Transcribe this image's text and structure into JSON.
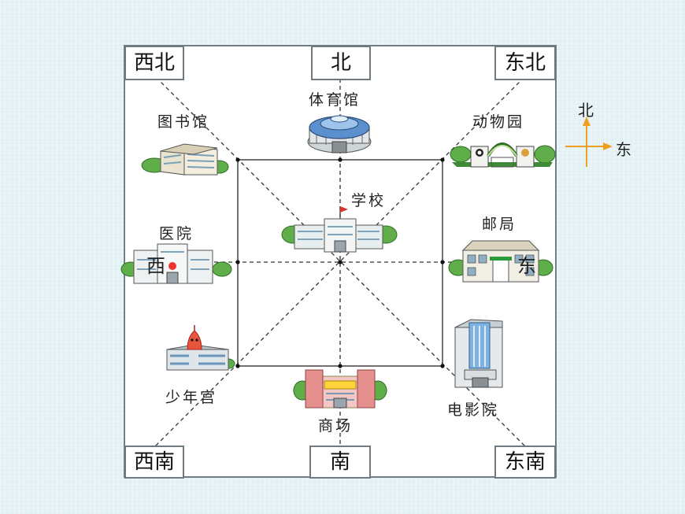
{
  "directions": {
    "north": "北",
    "south": "南",
    "east": "东",
    "west": "西",
    "northeast": "东北",
    "northwest": "西北",
    "southeast": "东南",
    "southwest": "西南"
  },
  "places": {
    "north": "体育馆",
    "south": "商场",
    "east": "邮局",
    "west": "医院",
    "northeast": "动物园",
    "northwest": "图书馆",
    "southeast": "电影院",
    "southwest": "少年宫",
    "center": "学校"
  },
  "compass": {
    "north_label": "北",
    "east_label": "东",
    "arrow_color": "#f0a020"
  },
  "colors": {
    "background": "#e6f3f6",
    "frame_border": "#707e85",
    "line": "#222222"
  },
  "icons": {
    "stadium": "stadium-building-icon",
    "library": "library-building-icon",
    "zoo": "zoo-gate-icon",
    "school": "school-building-icon",
    "hospital": "hospital-building-icon",
    "post_office": "post-office-building-icon",
    "youth_palace": "youth-palace-building-icon",
    "mall": "shopping-mall-building-icon",
    "cinema": "cinema-building-icon"
  }
}
